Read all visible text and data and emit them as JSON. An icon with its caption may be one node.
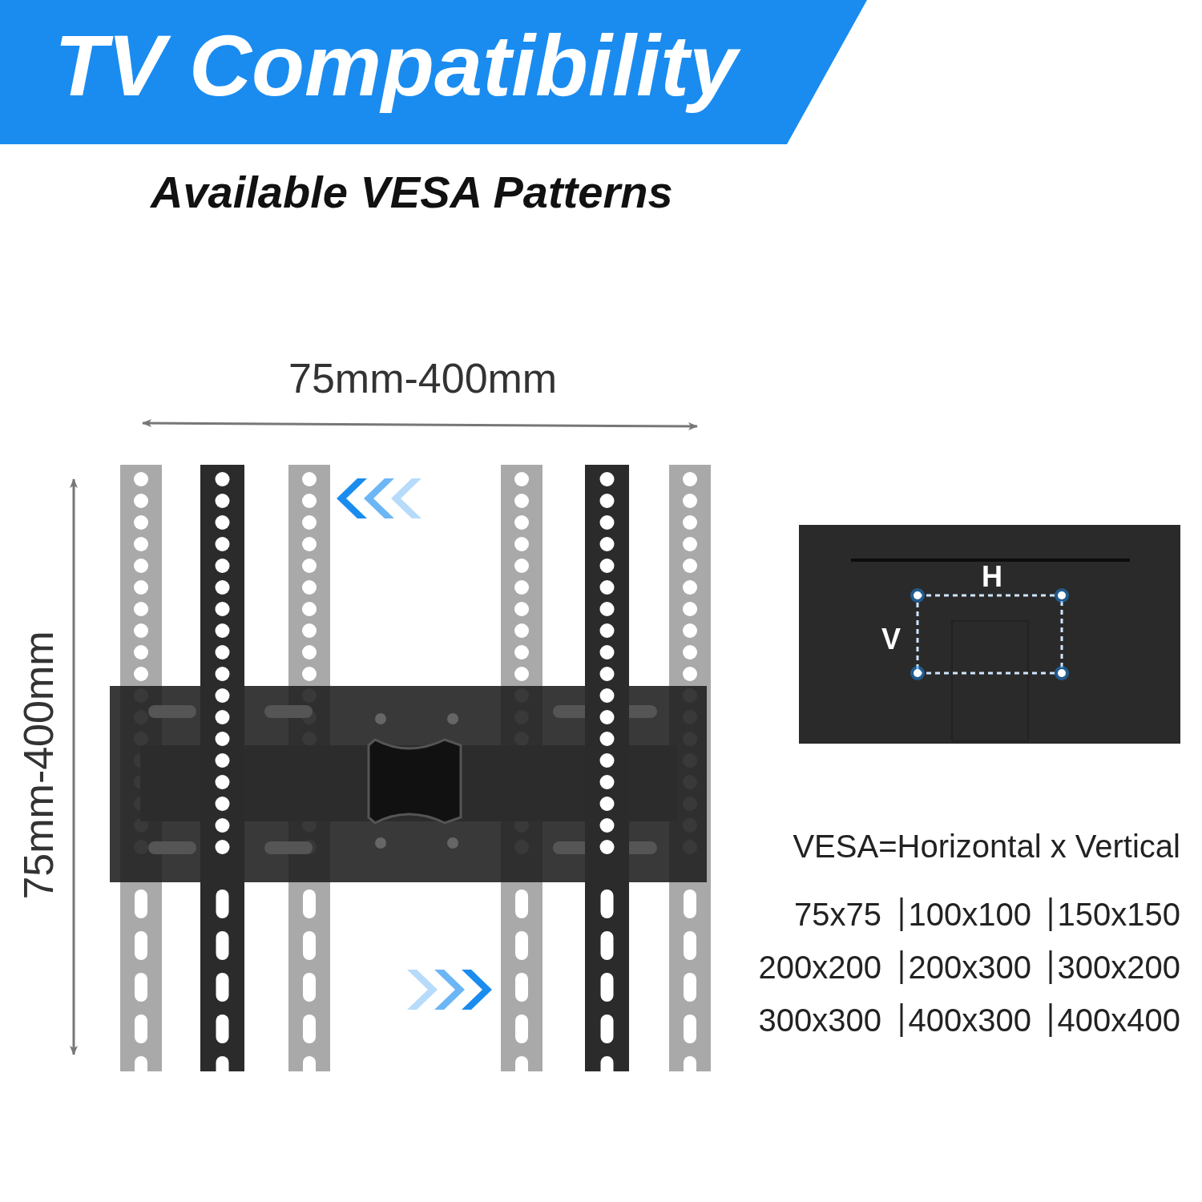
{
  "diagram": {
    "title": "TV Compatibility",
    "labels": [
      "Available VESA Patterns",
      "75mm-400mm",
      "75mm-400mm",
      "H",
      "V",
      "VESA=Horizontal x Vertical",
      "75x75",
      "100x100",
      "150x150",
      "200x200",
      "200x300",
      "300x200",
      "300x300",
      "400x300",
      "400x400"
    ]
  }
}
